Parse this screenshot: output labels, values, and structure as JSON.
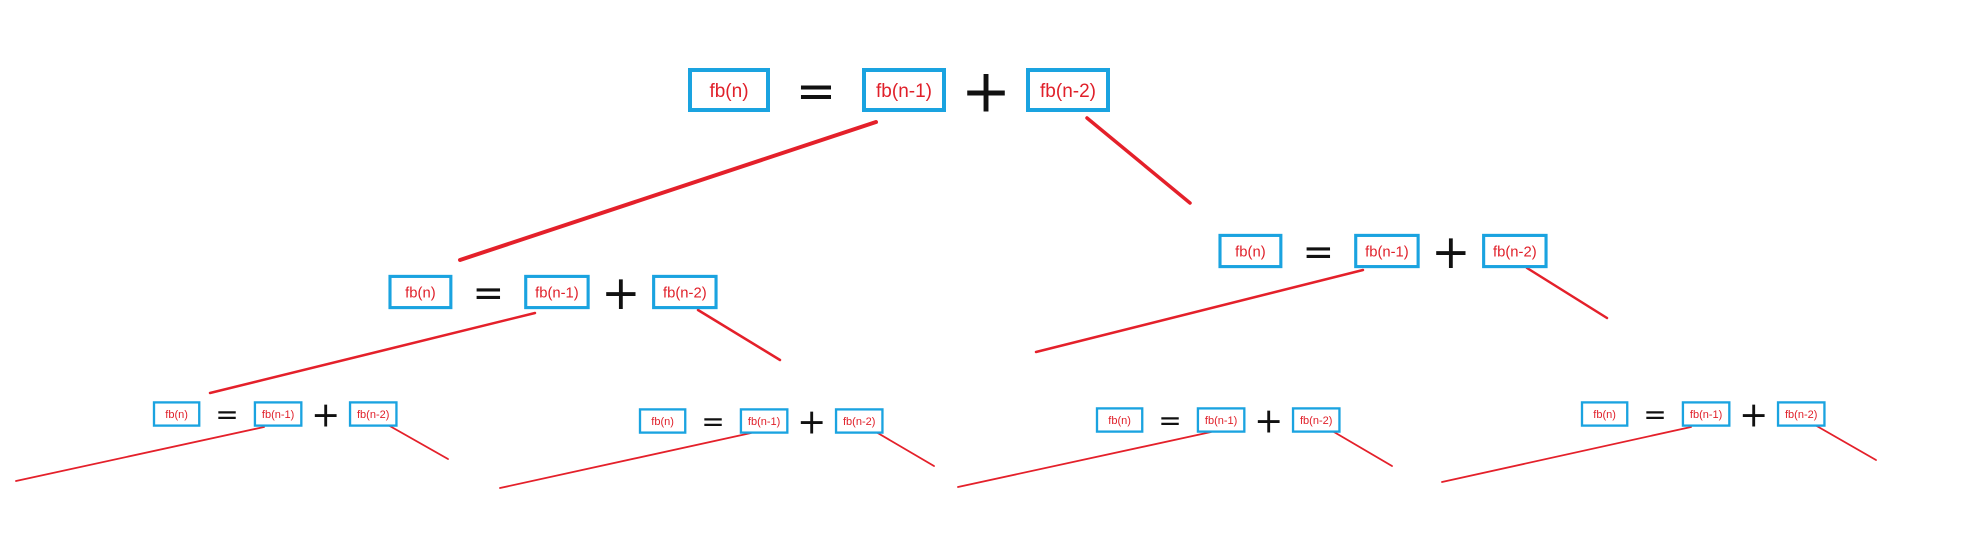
{
  "colors": {
    "box_border": "#1aa3e0",
    "term_text": "#e0202a",
    "branch_line": "#e4202a",
    "operator": "#111111"
  },
  "diagram": {
    "operators": {
      "equals": "=",
      "plus": "+"
    },
    "levels": [
      {
        "level": 0,
        "equations": [
          {
            "lhs": "fb(n)",
            "rhs1": "fb(n-1)",
            "rhs2": "fb(n-2)"
          }
        ]
      },
      {
        "level": 1,
        "equations": [
          {
            "lhs": "fb(n)",
            "rhs1": "fb(n-1)",
            "rhs2": "fb(n-2)"
          },
          {
            "lhs": "fb(n)",
            "rhs1": "fb(n-1)",
            "rhs2": "fb(n-2)"
          }
        ]
      },
      {
        "level": 2,
        "equations": [
          {
            "lhs": "fb(n)",
            "rhs1": "fb(n-1)",
            "rhs2": "fb(n-2)"
          },
          {
            "lhs": "fb(n)",
            "rhs1": "fb(n-1)",
            "rhs2": "fb(n-2)"
          },
          {
            "lhs": "fb(n)",
            "rhs1": "fb(n-1)",
            "rhs2": "fb(n-2)"
          },
          {
            "lhs": "fb(n)",
            "rhs1": "fb(n-1)",
            "rhs2": "fb(n-2)"
          }
        ]
      }
    ]
  }
}
